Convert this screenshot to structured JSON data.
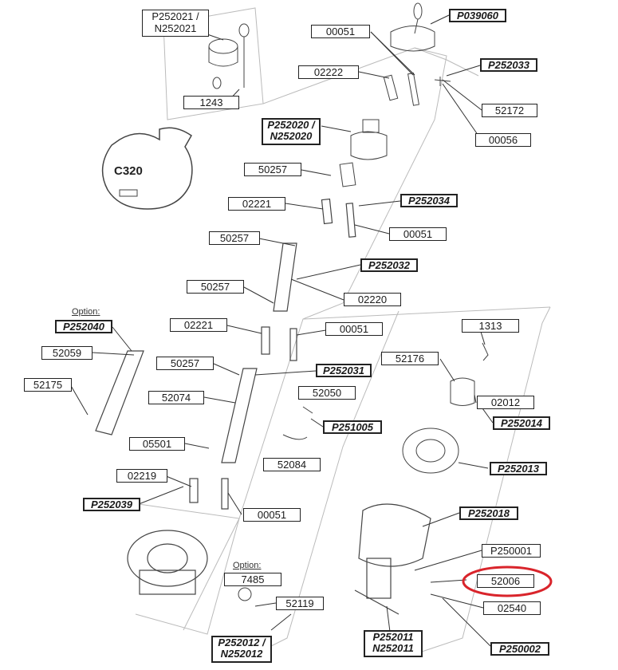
{
  "labels": {
    "p252021": "P252021 /\nN252021",
    "l1243": "1243",
    "l00051a": "00051",
    "p039060": "P039060",
    "l02222": "02222",
    "p252033": "P252033",
    "l52172": "52172",
    "l00056": "00056",
    "p252020": "P252020 /\nN252020",
    "l50257a": "50257",
    "l02221a": "02221",
    "p252034": "P252034",
    "l50257b": "50257",
    "l00051b": "00051",
    "p252032": "P252032",
    "l50257c": "50257",
    "l02220": "02220",
    "p252040": "P252040",
    "l02221b": "02221",
    "l00051c": "00051",
    "l1313": "1313",
    "l52059": "52059",
    "l52176": "52176",
    "l50257d": "50257",
    "p252031": "P252031",
    "l52175": "52175",
    "l52074": "52074",
    "l52050": "52050",
    "l02012": "02012",
    "p251005": "P251005",
    "p252014": "P252014",
    "l05501": "05501",
    "l52084": "52084",
    "p252013": "P252013",
    "l02219": "02219",
    "p252039": "P252039",
    "l00051d": "00051",
    "p252018": "P252018",
    "l7485": "7485",
    "p250001": "P250001",
    "l52006": "52006",
    "l52119": "52119",
    "l02540": "02540",
    "p252012": "P252012 /\nN252012",
    "p252011": "P252011\nN252011",
    "p250002": "P250002"
  },
  "option_labels": {
    "option1": "Option:",
    "option2": "Option:"
  },
  "c320_text": "C320",
  "colors": {
    "line": "#333333",
    "highlight": "#d9242b",
    "frame": "#bbbbbb"
  }
}
